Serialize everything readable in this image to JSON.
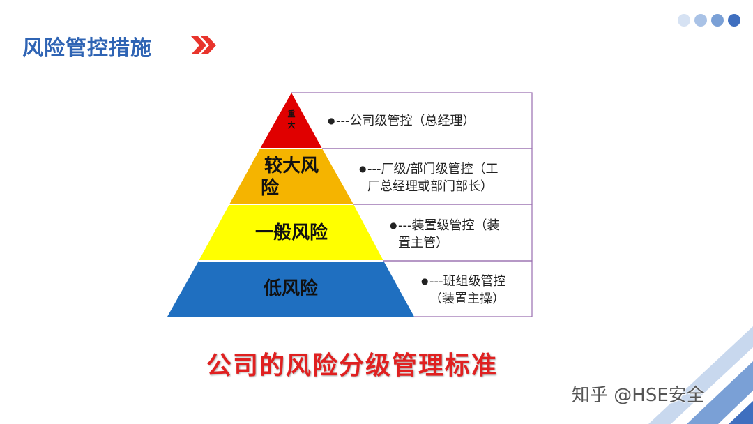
{
  "header": {
    "title": "风险管控措施",
    "accent_color": "#e8342c",
    "title_color": "#2f64b4",
    "chevron_icon": "double-chevron-right-icon"
  },
  "pyramid": {
    "tiers": [
      {
        "label_line1": "重",
        "label_line2": "大",
        "color": "#e00000",
        "desc_line1": "---公司级管控（总经理）",
        "desc_line2": ""
      },
      {
        "label_line1": "较大风",
        "label_line2": "险",
        "color": "#f5b400",
        "desc_line1": "---厂级/部门级管控（工",
        "desc_line2": "厂总经理或部门部长）"
      },
      {
        "label_line1": "一般风险",
        "label_line2": "",
        "color": "#ffff00",
        "desc_line1": "---装置级管控（装",
        "desc_line2": "置主管）"
      },
      {
        "label_line1": "低风险",
        "label_line2": "",
        "color": "#1f6fc0",
        "desc_line1": "---班组级管控",
        "desc_line2": "（装置主操）"
      }
    ],
    "border_color": "#9a6fb0"
  },
  "caption": "公司的风险分级管理标准",
  "watermark": "知乎 @HSE安全",
  "dots": [
    "#d6e2f3",
    "#a9c2e6",
    "#7aa0d6",
    "#3f6fbf"
  ]
}
